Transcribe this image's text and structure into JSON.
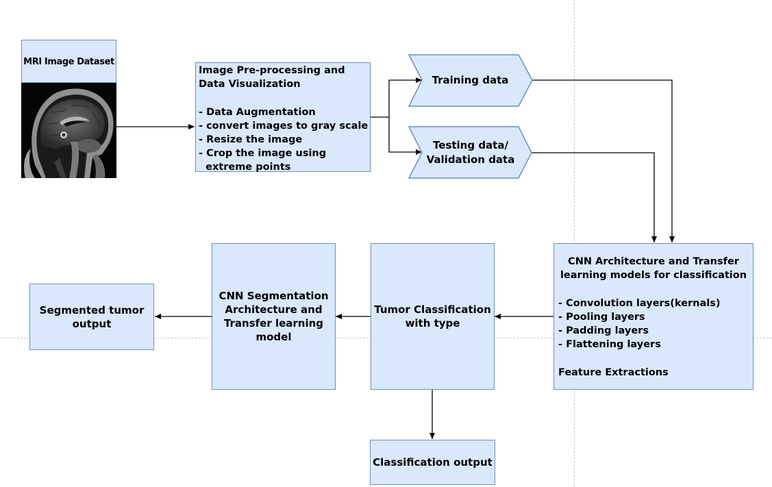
{
  "dataset": {
    "title": "MRI Image Dataset"
  },
  "preprocessing": {
    "heading_1": "Image Pre-processing and",
    "heading_2": "Data Visualization",
    "items": [
      "- Data Augmentation",
      "- convert images to gray scale",
      "- Resize the image",
      "- Crop the image using",
      "  extreme points"
    ]
  },
  "splits": {
    "training": "Training data",
    "testing_1": "Testing data/",
    "testing_2": "Validation data"
  },
  "cnn_classification": {
    "heading_1": "CNN Architecture and Transfer",
    "heading_2": "learning models for classification",
    "layers": [
      "- Convolution layers(kernals)",
      "- Pooling layers",
      "- Padding layers",
      "- Flattening layers"
    ],
    "footer": "Feature Extractions"
  },
  "tumor_classification": {
    "line_1": "Tumor Classification",
    "line_2": "with type"
  },
  "segmentation": {
    "line_1": "CNN Segmentation",
    "line_2": "Architecture and",
    "line_3": "Transfer learning",
    "line_4": "model"
  },
  "segmented_output": {
    "line_1": "Segmented tumor",
    "line_2": "output"
  },
  "classification_output": {
    "label": "Classification output"
  },
  "colors": {
    "box_fill": "#dae8fc",
    "box_stroke": "#6c8ebf",
    "connector": "#000000",
    "guide": "#c9c9c9"
  }
}
